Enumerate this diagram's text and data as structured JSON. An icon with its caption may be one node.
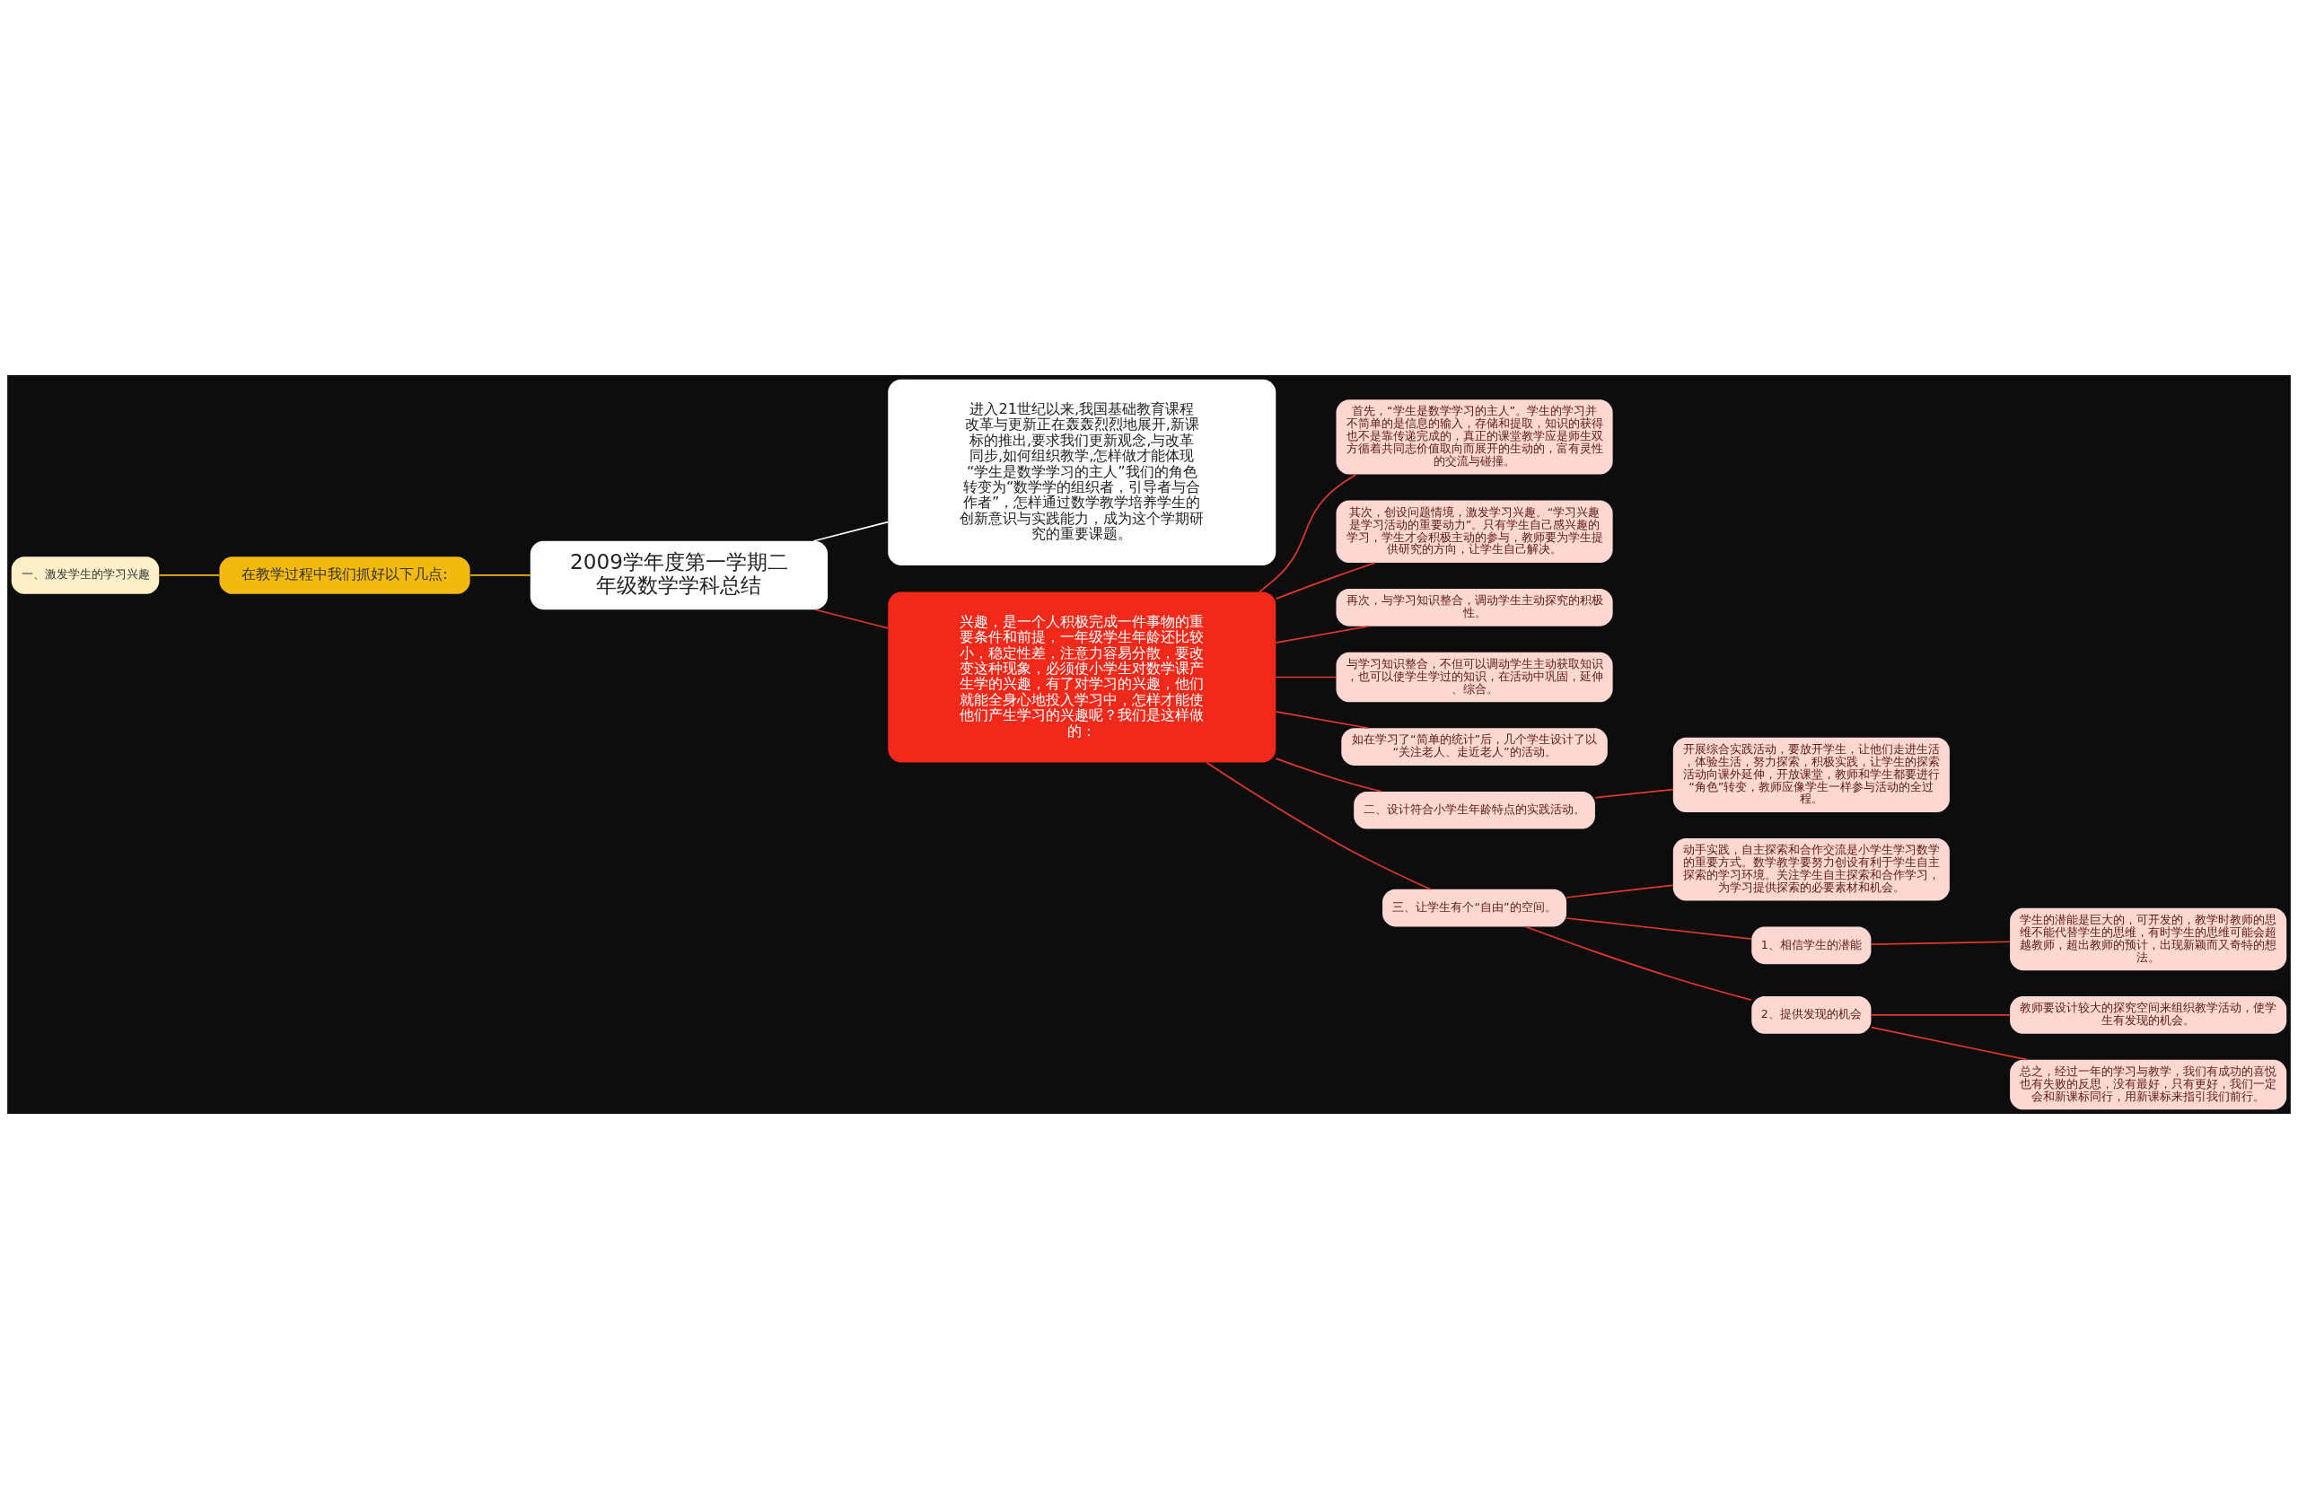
{
  "diagram": {
    "nodes": [
      {
        "text": [
          "2009学年度第一学期二年级数学学科总结"
        ]
      },
      {
        "text": [
          "进入21世纪以来,我国基础教育课程改革与更新正在轰轰烈烈地展开,新课标的推出,要求我们更新观念,与改革同步,如何组织教学,怎样做才能体现“学生是数学学习的主人”我们的角色转变为“数学学的组织者，引导者与合作者”，怎样通过数学教学培养学生的创新意识与实践能力，成为这个学期研究的重要课题。"
        ]
      },
      {
        "text": [
          "在教学过程中我们抓好以下几点:"
        ]
      },
      {
        "text": [
          "一、激发学生的学习兴趣"
        ]
      },
      {
        "text": [
          "兴趣，是一个人积极完成一件事物的重要条件和前提，一年级学生年龄还比较小，稳定性差，注意力容易分散，要改变这种现象，必须使小学生对数学课产生学的兴趣，有了对学习的兴趣，他们就能全身心地投入学习中，怎样才能使他们产生学习的兴趣呢？我们是这样做的："
        ]
      },
      {
        "text": [
          "首先，“学生是数学学习的主人”。学生的学习并不简单的是信息的输入，存储和提取，知识的获得也不是靠传递完成的，真正的课堂教学应是师生双方循着共同志价值取向而展开的生动的，富有灵性的交流与碰撞。"
        ]
      },
      {
        "text": [
          "其次，创设问题情境，激发学习兴趣。“学习兴趣是学习活动的重要动力”。只有学生自己感兴趣的学习，学生才会积极主动的参与，教师要为学生提供研究的方向，让学生自己解决。"
        ]
      },
      {
        "text": [
          "再次，与学习知识整合，调动学生主动探究的积极性。"
        ]
      },
      {
        "text": [
          "与学习知识整合，不但可以调动学生主动获取知识，也可以使学生学过的知识，在活动中巩固，延伸、综合。"
        ]
      },
      {
        "text": [
          "如在学习了“简单的统计”后，几个学生设计了以“关注老人、走近老人”的活动。"
        ]
      },
      {
        "text": [
          "二、设计符合小学生年龄特点的实践活动。"
        ]
      },
      {
        "text": [
          "开展综合实践活动，要放开学生，让他们走进生活，体验生活，努力探索，积极实践，让学生的探索活动向课外延伸，开放课堂，教师和学生都要进行“角色”转变，教师应像学生一样参与活动的全过程。"
        ]
      },
      {
        "text": [
          "三、让学生有个“自由”的空间。"
        ]
      },
      {
        "text": [
          "动手实践，自主探索和合作交流是小学生学习数学的重要方式。数学教学要努力创设有利于学生自主探索的学习环境。关注学生自主探索和合作学习，为学习提供探索的必要素材和机会。"
        ]
      },
      {
        "text": [
          "1、相信学生的潜能"
        ]
      },
      {
        "text": [
          "学生的潜能是巨大的，可开发的，教学时教师的思维不能代替学生的思维，有时学生的思维可能会超越教师，超出教师的预计，出现新颖而又奇特的想法。"
        ]
      },
      {
        "text": [
          "2、提供发现的机会"
        ]
      },
      {
        "text": [
          "教师要设计较大的探究空间来组织教学活动，使学生有发现的机会。"
        ]
      },
      {
        "text": [
          "总之，经过一年的学习与教学，我们有成功的喜悦也有失败的反思，没有最好，只有更好，我们一定会和新课标同行，用新课标来指引我们前行。"
        ]
      }
    ],
    "edges": [
      {
        "from": 0,
        "to": 1,
        "arrow": "none",
        "color": "#ffffff"
      },
      {
        "from": 0,
        "to": 2,
        "arrow": "none",
        "color": "#f2b90f"
      },
      {
        "from": 2,
        "to": 3,
        "arrow": "none",
        "color": "#f2b90f"
      },
      {
        "from": 0,
        "to": 4,
        "arrow": "none"
      },
      {
        "from": 4,
        "to": 5,
        "arrow": "none"
      },
      {
        "from": 4,
        "to": 6,
        "arrow": "none"
      },
      {
        "from": 4,
        "to": 7,
        "arrow": "none"
      },
      {
        "from": 4,
        "to": 8,
        "arrow": "none"
      },
      {
        "from": 4,
        "to": 9,
        "arrow": "none"
      },
      {
        "from": 4,
        "to": 10,
        "arrow": "none"
      },
      {
        "from": 10,
        "to": 11,
        "arrow": "none"
      },
      {
        "from": 4,
        "to": 12,
        "arrow": "none"
      },
      {
        "from": 12,
        "to": 13,
        "arrow": "none"
      },
      {
        "from": 12,
        "to": 14,
        "arrow": "none"
      },
      {
        "from": 14,
        "to": 15,
        "arrow": "none"
      },
      {
        "from": 12,
        "to": 16,
        "arrow": "none"
      },
      {
        "from": 16,
        "to": 17,
        "arrow": "none"
      },
      {
        "from": 16,
        "to": 18,
        "arrow": "none"
      }
    ]
  }
}
